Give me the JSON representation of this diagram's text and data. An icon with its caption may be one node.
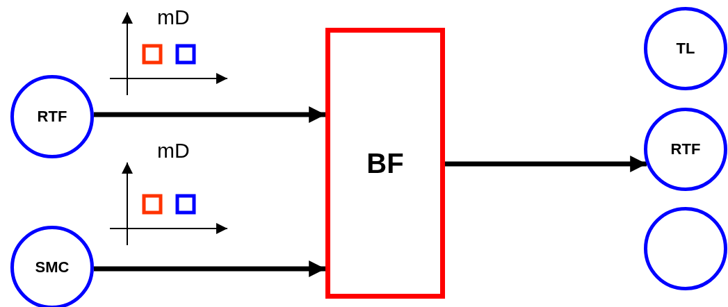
{
  "diagram": {
    "nodes": [
      {
        "text": [
          "RTF"
        ]
      },
      {
        "text": [
          "SMC"
        ]
      },
      {
        "text": [
          "BF"
        ]
      },
      {
        "text": [
          "TL"
        ]
      },
      {
        "text": [
          "RTF"
        ]
      },
      {
        "text": [],
        "shape": "circle"
      }
    ],
    "edges": [
      {
        "from": 0,
        "to": 2,
        "arrow": "to"
      },
      {
        "from": 1,
        "to": 2,
        "arrow": "to"
      },
      {
        "from": 2,
        "to": 4,
        "arrow": "to"
      }
    ],
    "labels": [
      "mD",
      "mD"
    ]
  }
}
